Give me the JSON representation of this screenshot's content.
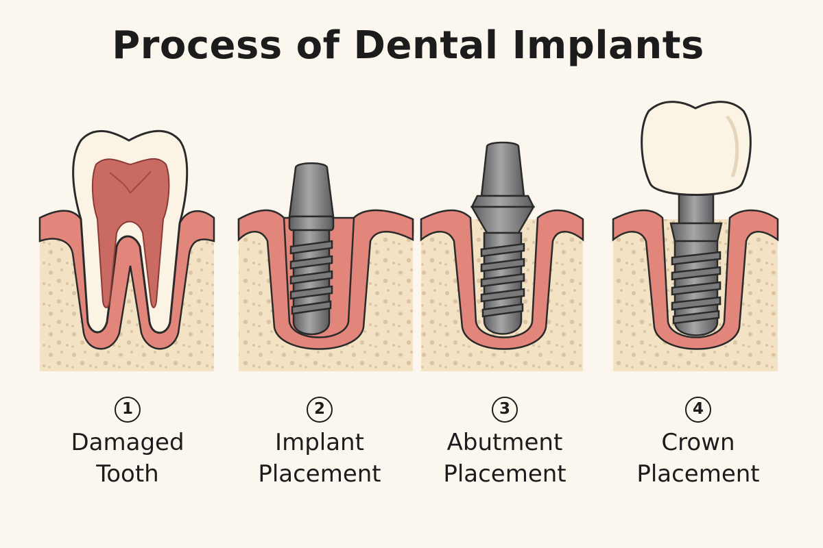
{
  "title": "Process of Dental Implants",
  "colors": {
    "background": "#fbf7ee",
    "bone": "#f3e3c4",
    "bone_dots": "#d9c1a0",
    "gum": "#e2857a",
    "gum_dark": "#b9443e",
    "enamel": "#fbf4e4",
    "pulp": "#c96a63",
    "metal": "#8b8b8d",
    "metal_dark": "#5f5f62",
    "outline": "#2a2a2a"
  },
  "steps": [
    {
      "number": "1",
      "line1": "Damaged",
      "line2": "Tooth",
      "icon": "damaged-tooth-icon"
    },
    {
      "number": "2",
      "line1": "Implant",
      "line2": "Placement",
      "icon": "implant-screw-icon"
    },
    {
      "number": "3",
      "line1": "Abutment",
      "line2": "Placement",
      "icon": "abutment-icon"
    },
    {
      "number": "4",
      "line1": "Crown",
      "line2": "Placement",
      "icon": "crown-icon"
    }
  ]
}
